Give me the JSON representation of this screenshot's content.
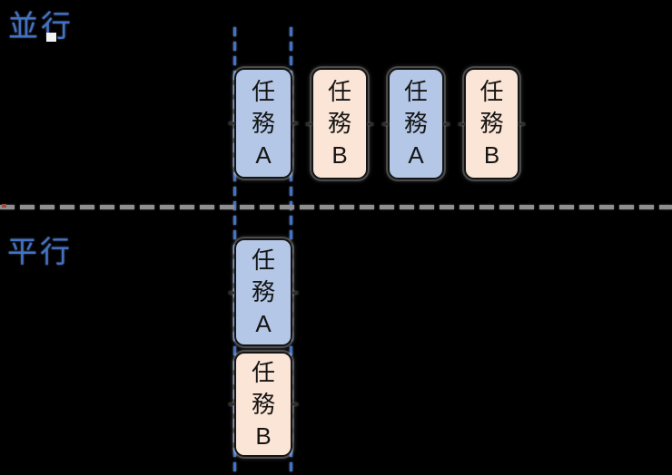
{
  "labels": {
    "top_section": "並行",
    "bottom_section": "平行"
  },
  "boxes": [
    {
      "row": "top-timeline",
      "task": "A",
      "lines": [
        "任",
        "務",
        "A"
      ]
    },
    {
      "row": "top-timeline",
      "task": "B",
      "lines": [
        "任",
        "務",
        "B"
      ]
    },
    {
      "row": "top-timeline",
      "task": "A",
      "lines": [
        "任",
        "務",
        "A"
      ]
    },
    {
      "row": "top-timeline",
      "task": "B",
      "lines": [
        "任",
        "務",
        "B"
      ]
    },
    {
      "row": "bottom-parallel",
      "task": "A",
      "lines": [
        "任",
        "務",
        "A"
      ]
    },
    {
      "row": "bottom-parallel",
      "task": "B",
      "lines": [
        "任",
        "務",
        "B"
      ]
    }
  ],
  "colors": {
    "background": "#000000",
    "label_text": "#4472C4",
    "task_a_fill": "#B4C7E7",
    "task_b_fill": "#FBE5D6",
    "box_border": "#141414",
    "box_text": "#151515",
    "dashed_line": "#4472C4",
    "timeline": "#8F8F8F"
  }
}
